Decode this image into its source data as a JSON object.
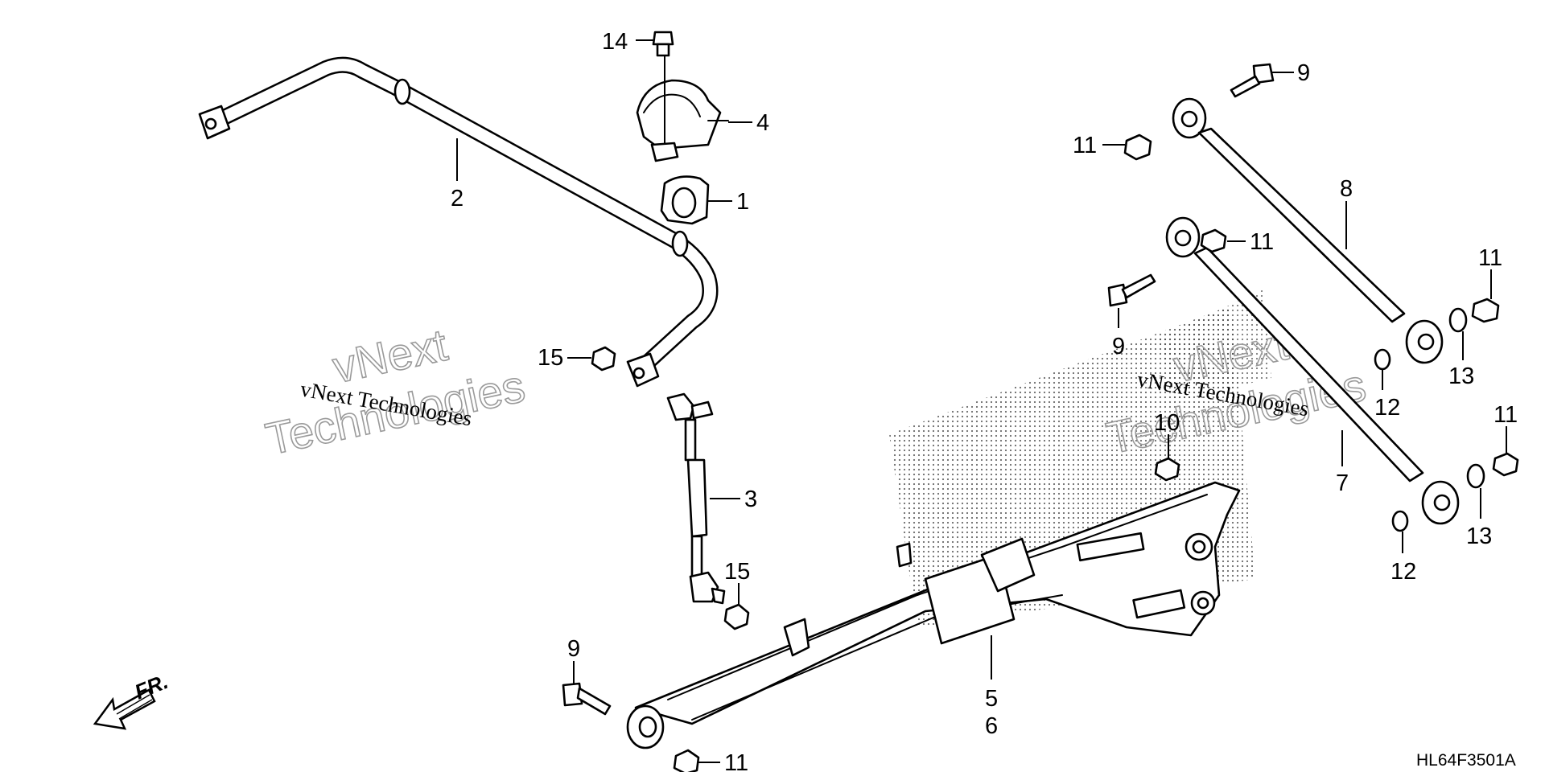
{
  "diagram": {
    "part_code": "HL64F3501A",
    "front_label": "FR.",
    "watermark": {
      "outline_line1": "vNext",
      "outline_line2": "Technologies",
      "caption": "vNext Technologies"
    },
    "callouts": {
      "n1": "1",
      "n2": "2",
      "n3": "3",
      "n4": "4",
      "n5": "5",
      "n6": "6",
      "n7": "7",
      "n8": "8",
      "n9_top": "9",
      "n9_mid": "9",
      "n9_bot": "9",
      "n10": "10",
      "n11_a": "11",
      "n11_b": "11",
      "n11_c": "11",
      "n11_d": "11",
      "n11_e": "11",
      "n12_a": "12",
      "n12_b": "12",
      "n13_a": "13",
      "n13_b": "13",
      "n14": "14",
      "n15_a": "15",
      "n15_b": "15"
    }
  }
}
